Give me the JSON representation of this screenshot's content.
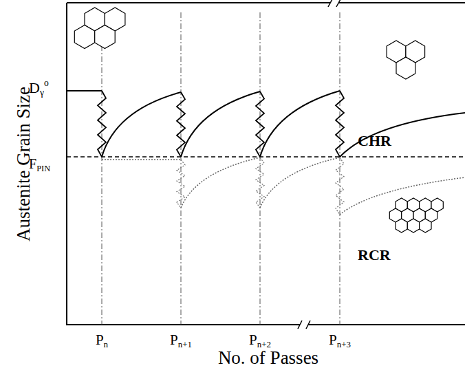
{
  "diagram": {
    "labels": [
      "D",
      "γ",
      "o",
      "F",
      "PIN",
      "CHR",
      "RCR",
      "Austenite Grain Size",
      "No. of Passes",
      "P",
      "n",
      "P",
      "n+1",
      "P",
      "n+2",
      "P",
      "n+3"
    ]
  }
}
